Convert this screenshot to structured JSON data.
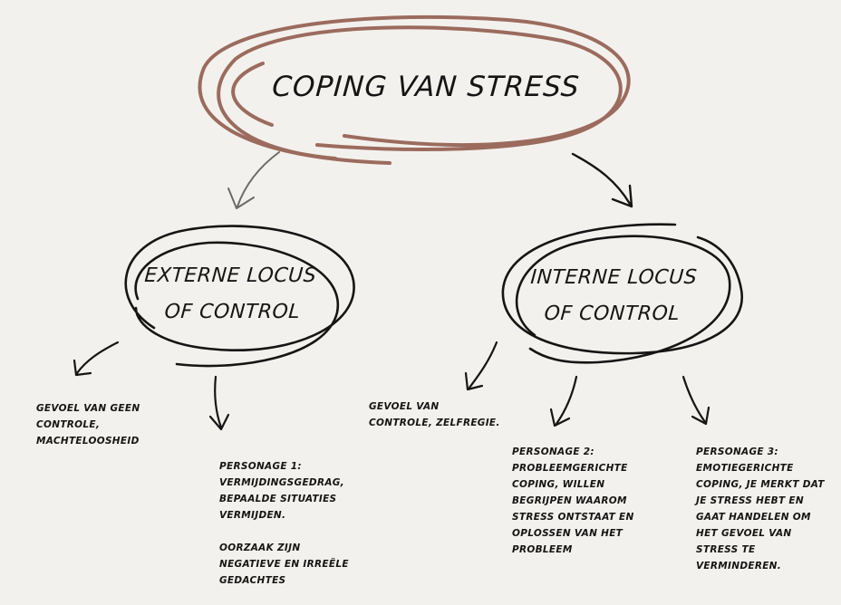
{
  "title": "COPING VAN STRESS",
  "colors": {
    "background": "#f3f1ed",
    "title_scribble": "#9b6b5e",
    "ink": "#151515",
    "left_arrow": "#6a6a6a"
  },
  "branches": {
    "external": {
      "label_line1": "EXTERNE LOCUS",
      "label_line2": "OF CONTROL",
      "feeling": "GEVOEL VAN GEEN\nCONTROLE,\nMACHTELOOSHEID",
      "persona": "PERSONAGE 1:\nVERMIJDINGSGEDRAG,\nBEPAALDE SITUATIES\nVERMIJDEN.",
      "cause": "OORZAAK ZIJN\nNEGATIEVE EN IRREËLE\nGEDACHTES"
    },
    "internal": {
      "label_line1": "INTERNE LOCUS",
      "label_line2": "OF CONTROL",
      "feeling": "GEVOEL VAN\nCONTROLE, ZELFREGIE.",
      "persona2": "PERSONAGE 2:\nPROBLEEMGERICHTE\nCOPING, WILLEN\nBEGRIJPEN WAAROM\nSTRESS ONTSTAAT EN\nOPLOSSEN VAN HET\nPROBLEEM",
      "persona3": "PERSONAGE 3:\nEMOTIEGERICHTE\nCOPING, JE MERKT DAT\nJE STRESS HEBT EN\nGAAT HANDELEN OM\nHET GEVOEL VAN\nSTRESS TE\nVERMINDEREN."
    }
  }
}
